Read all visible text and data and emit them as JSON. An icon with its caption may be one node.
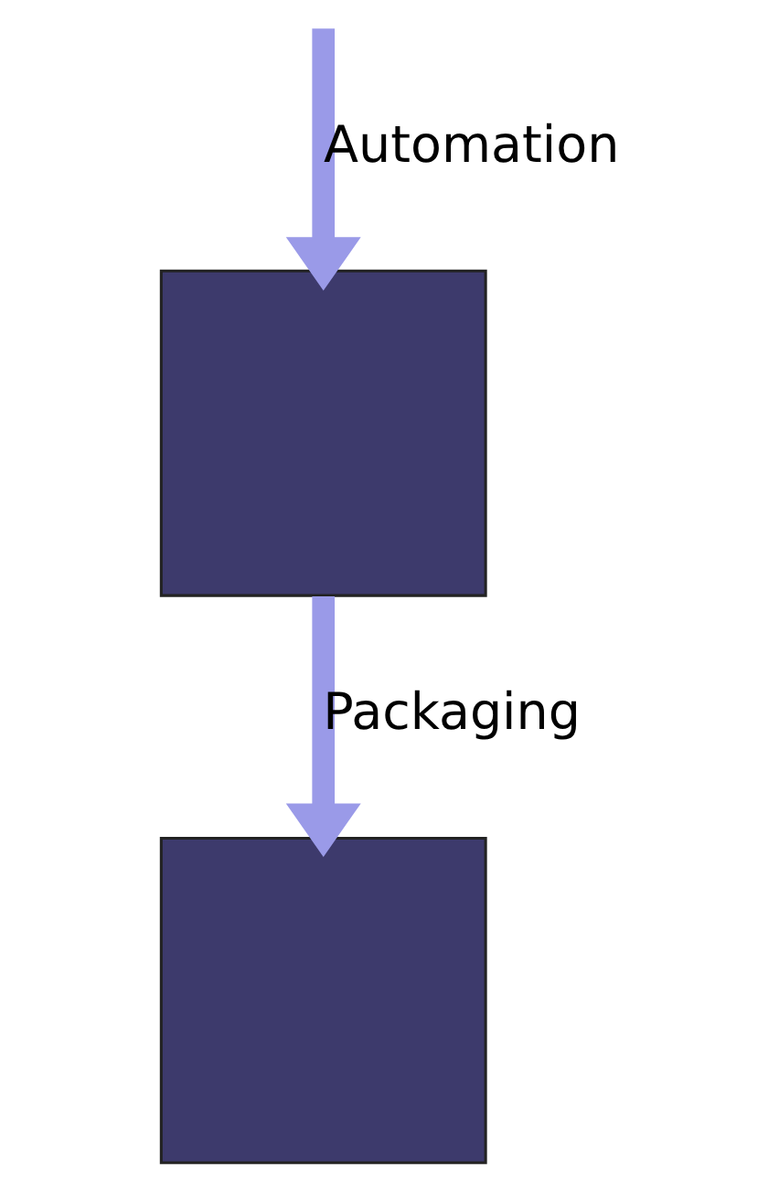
{
  "diagram": {
    "nodes": [
      {
        "text": [],
        "shape": "box"
      },
      {
        "text": [],
        "shape": "box"
      }
    ],
    "edges": [
      {
        "from": null,
        "to": 0,
        "arrow": "to",
        "label": "Automation"
      },
      {
        "from": 0,
        "to": 1,
        "arrow": "to",
        "label": "Packaging"
      }
    ]
  }
}
